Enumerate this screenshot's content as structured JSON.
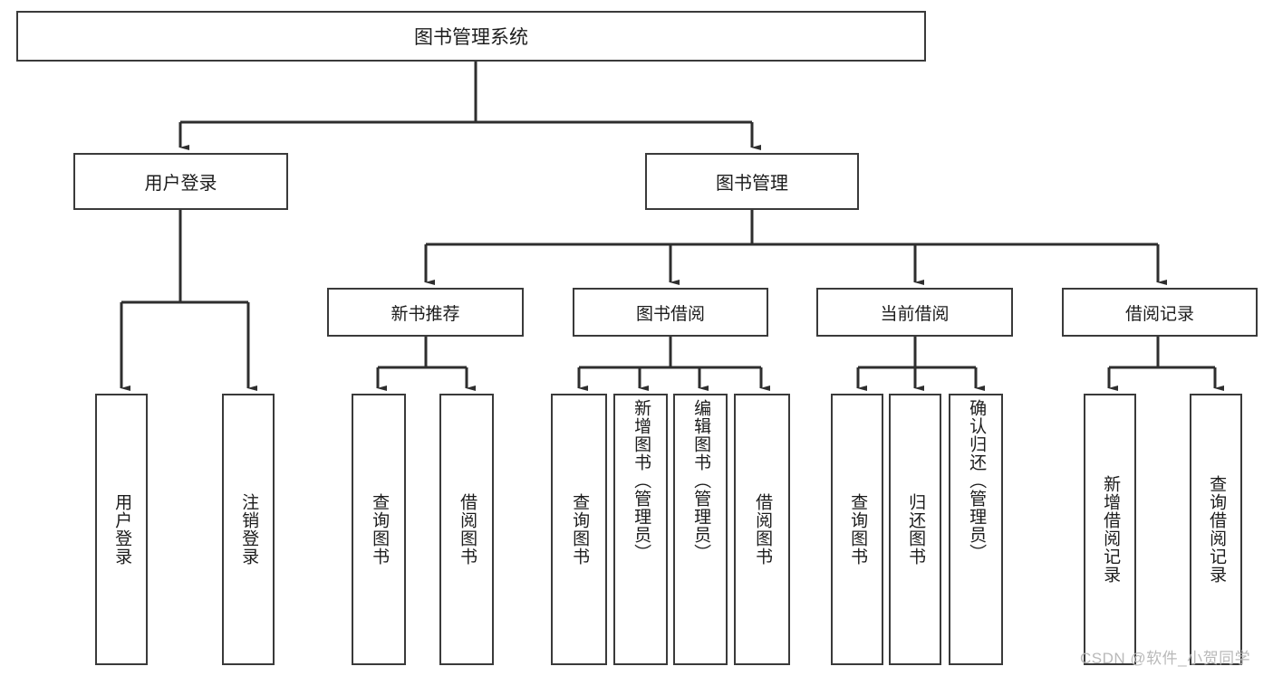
{
  "diagram": {
    "title": "图书管理系统",
    "type": "hierarchy-tree",
    "root": {
      "label": "图书管理系统"
    },
    "level2": [
      {
        "label": "用户登录"
      },
      {
        "label": "图书管理"
      }
    ],
    "level3": [
      {
        "label": "新书推荐",
        "parent": "图书管理"
      },
      {
        "label": "图书借阅",
        "parent": "图书管理"
      },
      {
        "label": "当前借阅",
        "parent": "图书管理"
      },
      {
        "label": "借阅记录",
        "parent": "图书管理"
      }
    ],
    "leaves": {
      "user_login": [
        {
          "label": "用户登录"
        },
        {
          "label": "注销登录"
        }
      ],
      "new_book_recommend": [
        {
          "label": "查询图书"
        },
        {
          "label": "借阅图书"
        }
      ],
      "book_borrow": [
        {
          "label": "查询图书"
        },
        {
          "label": "新增图书（管理员）"
        },
        {
          "label": "编辑图书（管理员）"
        },
        {
          "label": "借阅图书"
        }
      ],
      "current_borrow": [
        {
          "label": "查询图书"
        },
        {
          "label": "归还图书"
        },
        {
          "label": "确认归还（管理员）"
        }
      ],
      "borrow_record": [
        {
          "label": "新增借阅记录"
        },
        {
          "label": "查询借阅记录"
        }
      ]
    }
  },
  "watermark": {
    "text": "CSDN @软件_小贺同学"
  },
  "colors": {
    "border": "#3a3a3a",
    "text": "#1c1c1c",
    "background": "#ffffff",
    "watermark": "#b9b9b9"
  }
}
